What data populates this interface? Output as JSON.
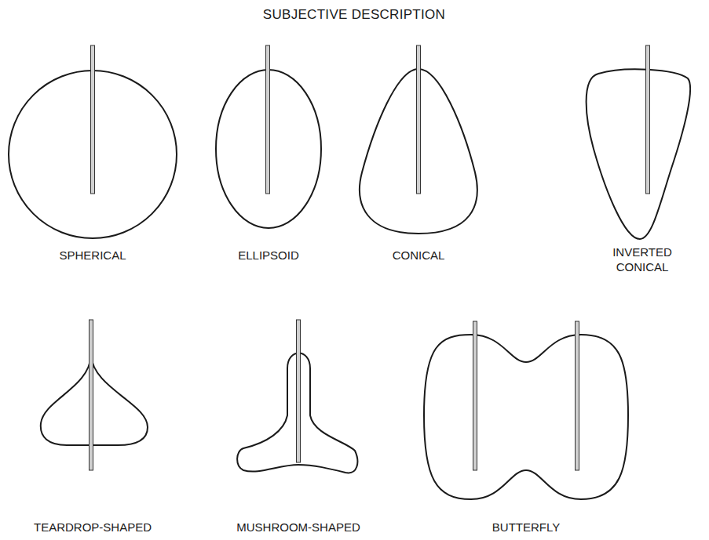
{
  "diagram": {
    "title": "SUBJECTIVE DESCRIPTION",
    "labels": [
      "SPHERICAL",
      "ELLIPSOID",
      "CONICAL",
      "INVERTED CONICAL",
      "TEARDROP-SHAPED",
      "MUSHROOM-SHAPED",
      "BUTTERFLY"
    ]
  }
}
